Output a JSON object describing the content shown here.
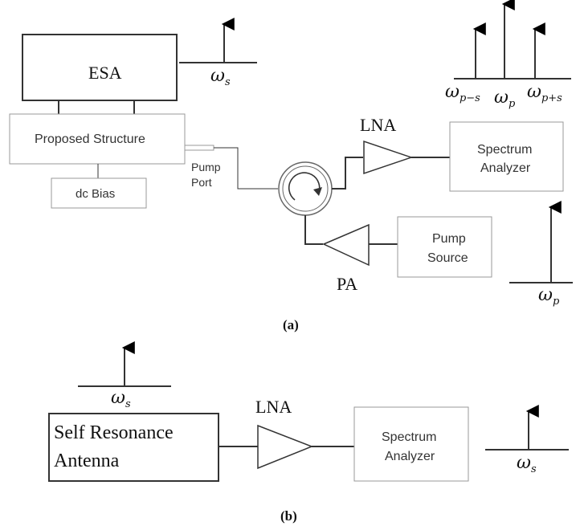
{
  "diagram_a": {
    "esa_label": "ESA",
    "proposed_structure_label": "Proposed Structure",
    "dc_bias_label": "dc Bias",
    "pump_port_line1": "Pump",
    "pump_port_line2": "Port",
    "lna_label": "LNA",
    "pa_label": "PA",
    "spectrum_analyzer_line1": "Spectrum",
    "spectrum_analyzer_line2": "Analyzer",
    "pump_source_line1": "Pump",
    "pump_source_line2": "Source",
    "omega_symbol": "ω",
    "ws_sub": "s",
    "wps_left_sub": "p−s",
    "wp_sub": "p",
    "wps_right_sub": "p+s",
    "caption": "(a)"
  },
  "diagram_b": {
    "antenna_line1": "Self Resonance",
    "antenna_line2": "Antenna",
    "lna_label": "LNA",
    "spectrum_analyzer_line1": "Spectrum",
    "spectrum_analyzer_line2": "Analyzer",
    "omega_symbol": "ω",
    "ws_sub": "s",
    "caption": "(b)"
  }
}
